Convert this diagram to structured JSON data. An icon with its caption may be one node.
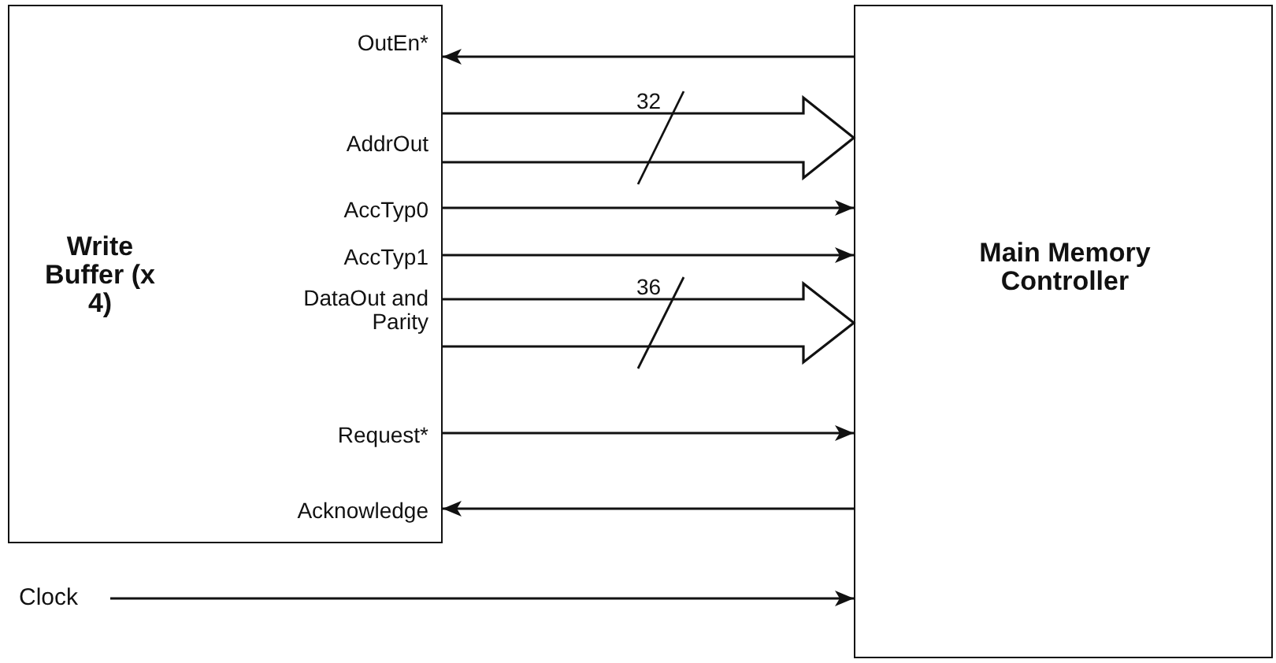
{
  "diagram": {
    "nodes": [
      {
        "text": [
          "Write Buffer (x 4)",
          "OutEn*",
          "AddrOut",
          "AccTyp0",
          "AccTyp1",
          "DataOut and Parity",
          "Request*",
          "Acknowledge"
        ]
      },
      {
        "text": [
          "Main Memory Controller"
        ]
      },
      {
        "text": [
          "Clock"
        ]
      }
    ],
    "edges": [
      {
        "from": 1,
        "to": 0,
        "arrow": "to"
      },
      {
        "from": 0,
        "to": 1,
        "arrow": "to",
        "style": "thick",
        "label": "32"
      },
      {
        "from": 0,
        "to": 1,
        "arrow": "to"
      },
      {
        "from": 0,
        "to": 1,
        "arrow": "to"
      },
      {
        "from": 0,
        "to": 1,
        "arrow": "to",
        "style": "thick",
        "label": "36"
      },
      {
        "from": 0,
        "to": 1,
        "arrow": "to"
      },
      {
        "from": 1,
        "to": 0,
        "arrow": "to"
      },
      {
        "from": 2,
        "to": 1,
        "arrow": "to"
      }
    ]
  }
}
